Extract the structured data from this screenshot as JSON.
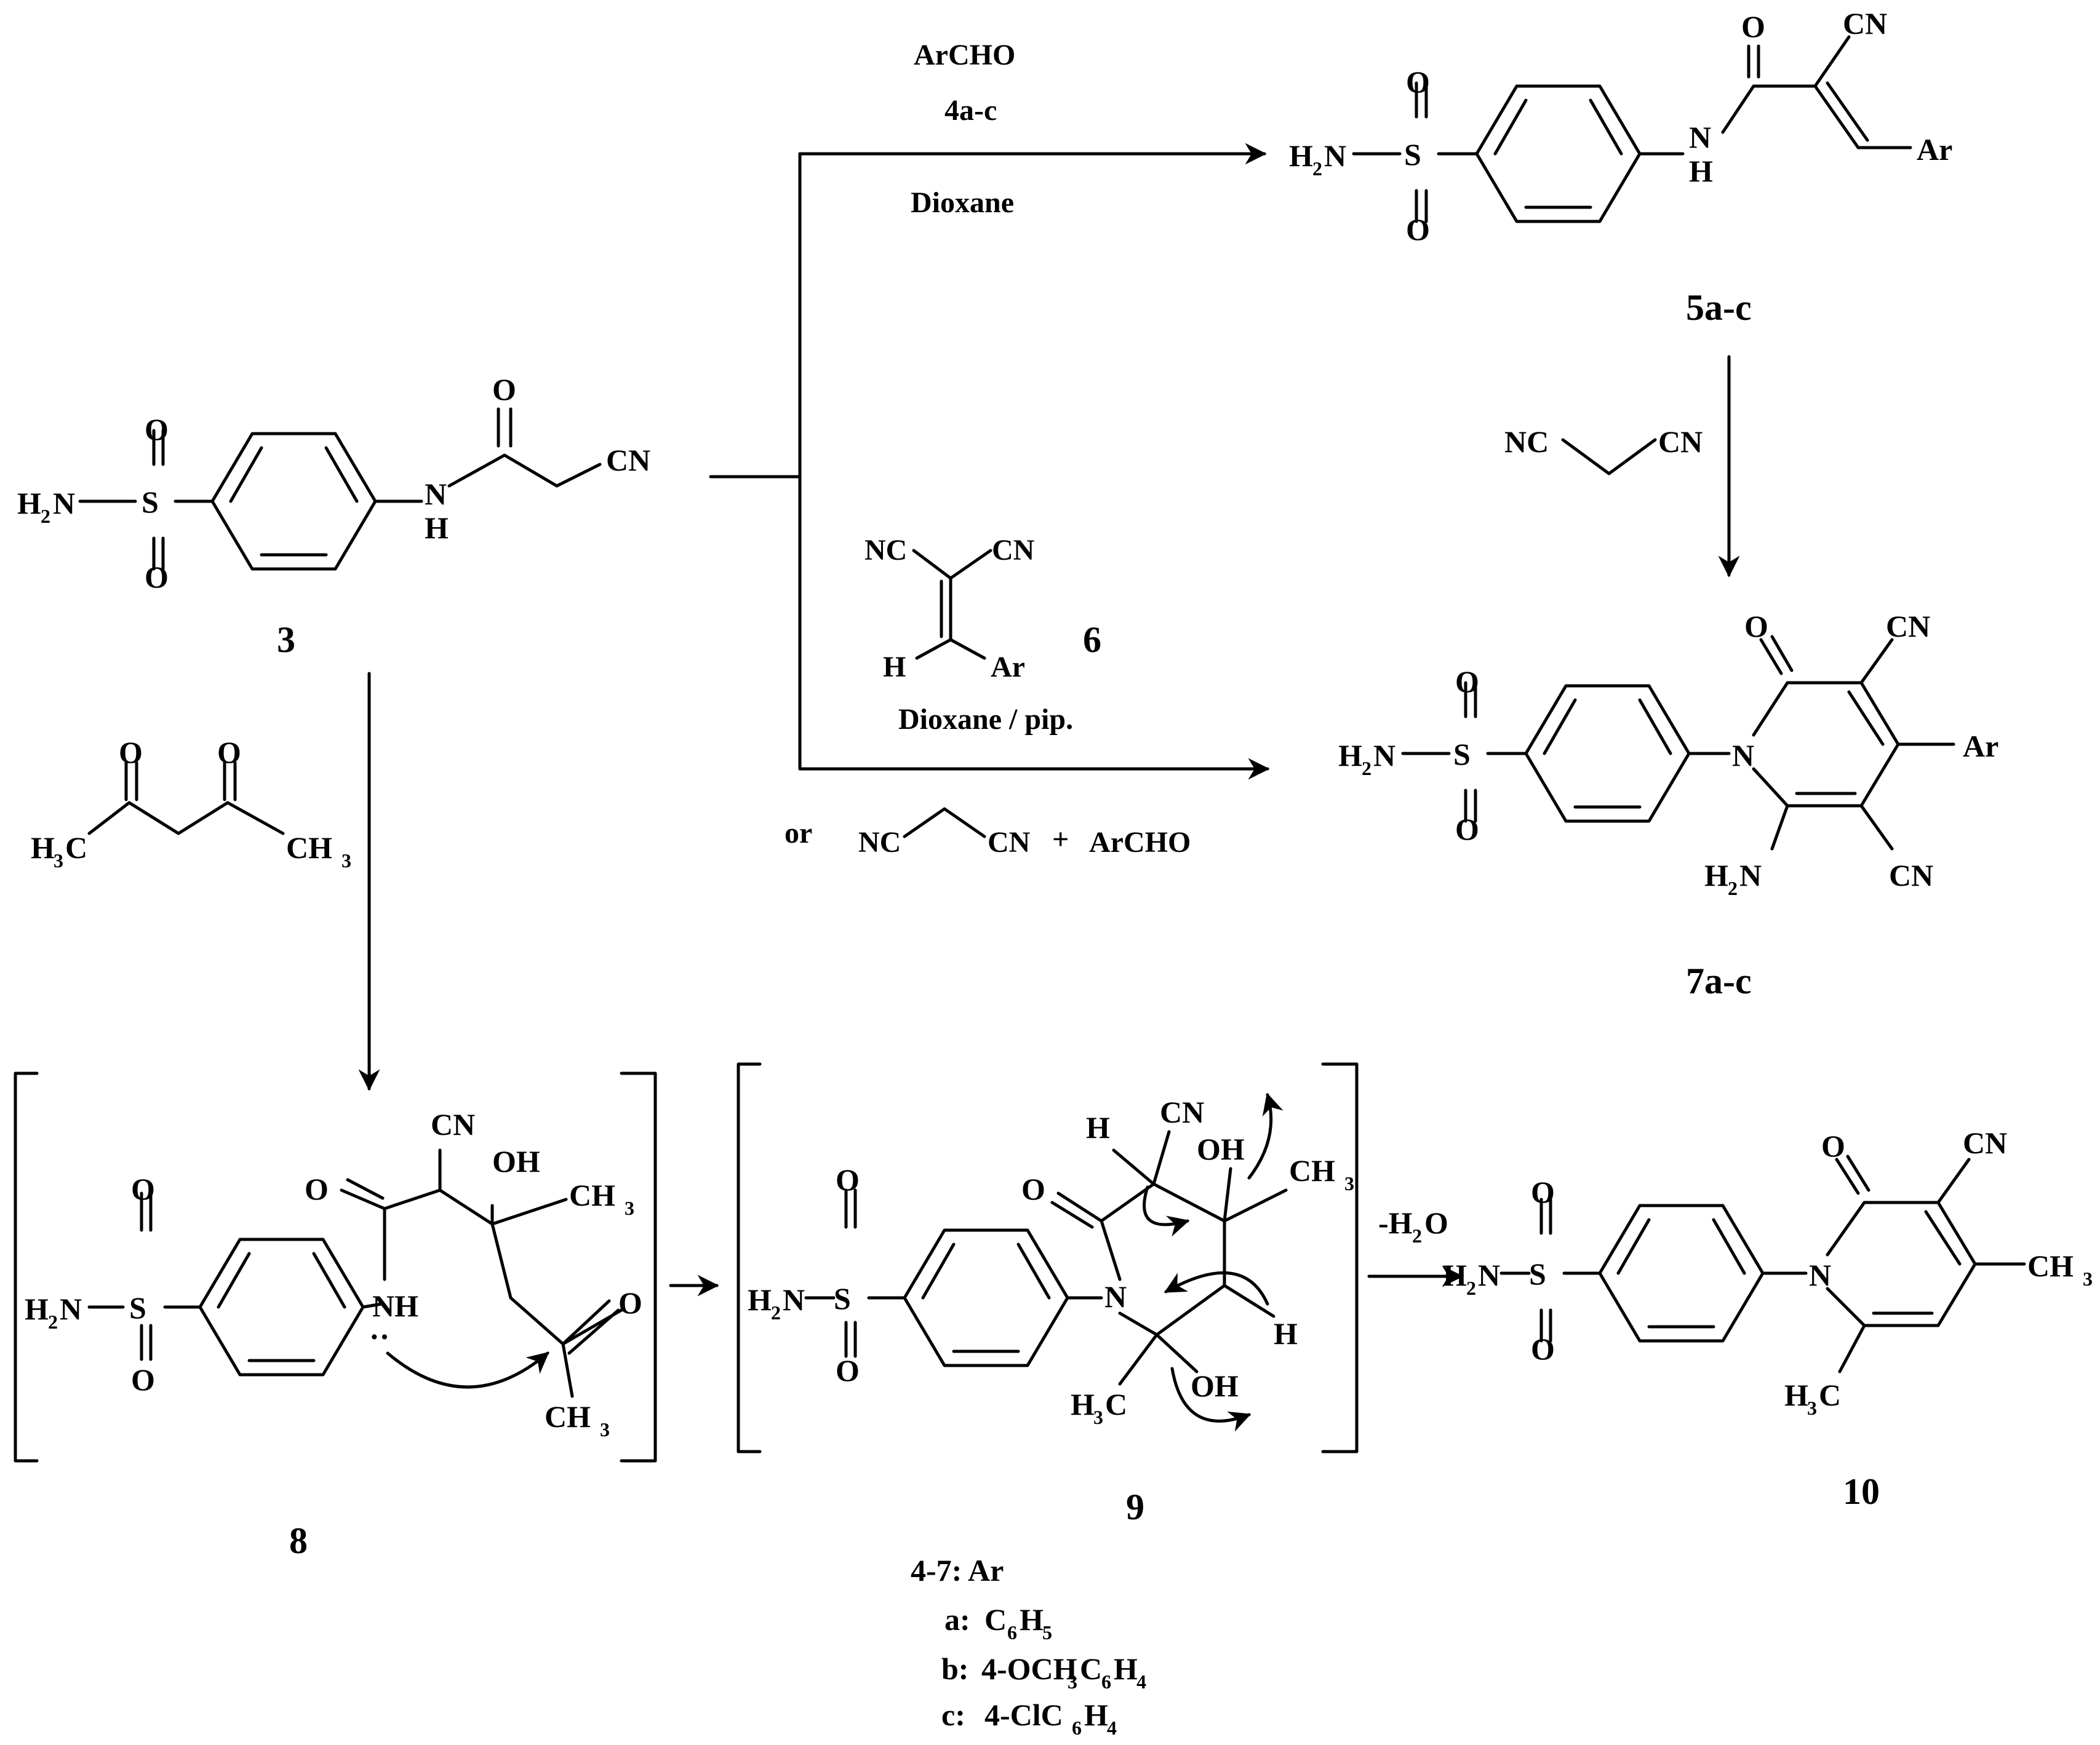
{
  "compounds": {
    "c3": {
      "label": "3"
    },
    "c5": {
      "label": "5a-c"
    },
    "c6": {
      "label": "6"
    },
    "c7": {
      "label": "7a-c"
    },
    "c8": {
      "label": "8"
    },
    "c9": {
      "label": "9"
    },
    "c10": {
      "label": "10"
    }
  },
  "atoms": {
    "O": "O",
    "S": "S",
    "N": "N",
    "H": "H",
    "CN": "CN",
    "NC": "NC",
    "Ar": "Ar",
    "OH": "OH",
    "NH": "NH",
    "H2N": "H",
    "two": "2",
    "three": "3",
    "CH": "CH",
    "HC": "H",
    "C": "C"
  },
  "reagents": {
    "archo": "ArCHO",
    "r4ac": "4a-c",
    "dioxane": "Dioxane",
    "dioxane_pip": "Dioxane / pip.",
    "or": "or",
    "plus": "+",
    "archo2": "ArCHO",
    "minus_h2o_pre": "-H",
    "minus_h2o_sub": "2",
    "minus_h2o_post": "O"
  },
  "legend": {
    "title": "4-7: Ar",
    "a_key": "a:",
    "a_pre": "C",
    "a_s1": "6",
    "a_mid": "H",
    "a_s2": "5",
    "b_key": "b:",
    "b_pre": "4-OCH",
    "b_s1": "3",
    "b_mid": "C",
    "b_s2": "6",
    "b_mid2": "H",
    "b_s3": "4",
    "c_key": "c:",
    "c_pre": "4-ClC",
    "c_s1": "6",
    "c_mid": "H",
    "c_s2": "4"
  }
}
